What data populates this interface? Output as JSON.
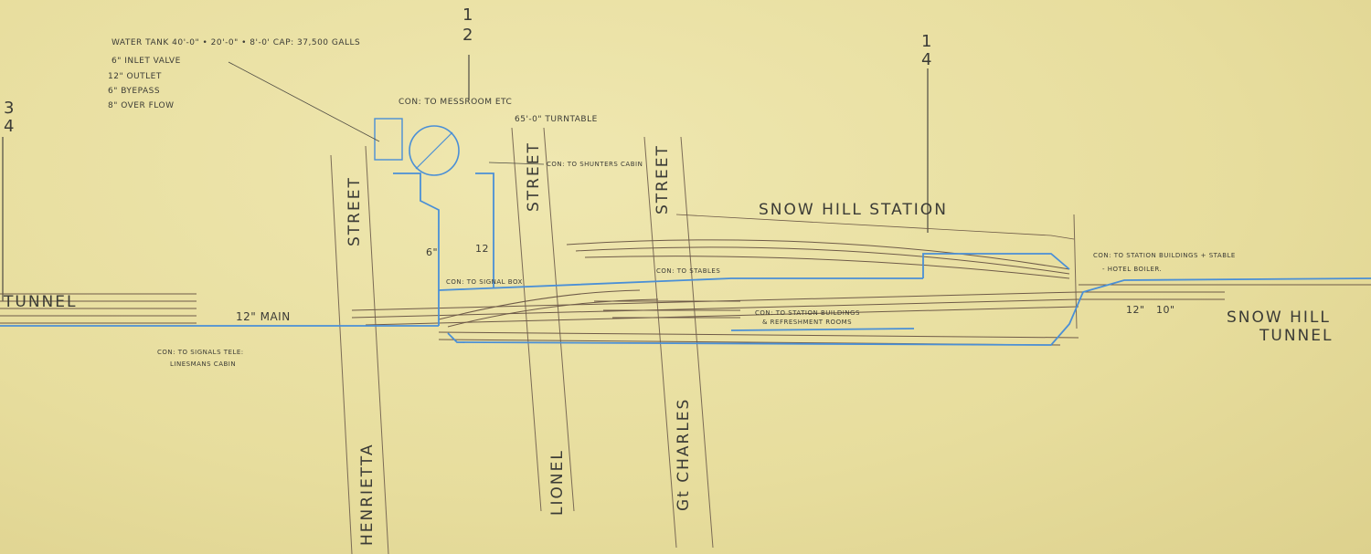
{
  "notes": {
    "water_tank": "WATER TANK 40'-0\" • 20'-0\" • 8'-0' CAP: 37,500 GALLS",
    "inlet": "6\" INLET VALVE",
    "outlet": "12\" OUTLET",
    "bypass": "6\" BYEPASS",
    "overflow": "8\" OVER FLOW",
    "messroom": "CON: TO MESSROOM ETC",
    "turntable": "65'-0\" TURNTABLE",
    "shunters": "CON: TO SHUNTERS CABIN",
    "signal_box": "CON: TO SIGNAL BOX",
    "stables": "CON: TO STABLES",
    "station_buildings": "CON: TO STATION BUILDINGS",
    "refreshment": "& REFRESHMENT ROOMS",
    "station_stable": "CON: TO STATION BUILDINGS + STABLE",
    "hotel_boiler": "- HOTEL BOILER.",
    "signals_tele": "CON: TO SIGNALS TELE:",
    "linesmans": "LINESMANS CABIN",
    "main": "12\" MAIN",
    "pipe_6": "6\"",
    "pipe_12": "12",
    "pipe_12b": "12\"",
    "pipe_10": "10\""
  },
  "places": {
    "station": "SNOW HILL STATION",
    "tunnel_left": "TUNNEL",
    "tunnel_right_1": "SNOW HILL",
    "tunnel_right_2": "TUNNEL"
  },
  "streets": {
    "henrietta": "HENRIETTA",
    "henrietta_street": "STREET",
    "lionel": "LIONEL",
    "lionel_street": "STREET",
    "charles": "Gt CHARLES",
    "charles_street": "STREET"
  },
  "section_marks": {
    "half_num": "1",
    "half_den": "2",
    "quarter_num": "1",
    "quarter_den": "4",
    "three_quarter_num": "3",
    "three_quarter_den": "4"
  },
  "colors": {
    "paper": "#ebe2a6",
    "water_main": "#4a8fd6",
    "track": "#6e5a48",
    "ink": "#3b3b36"
  }
}
